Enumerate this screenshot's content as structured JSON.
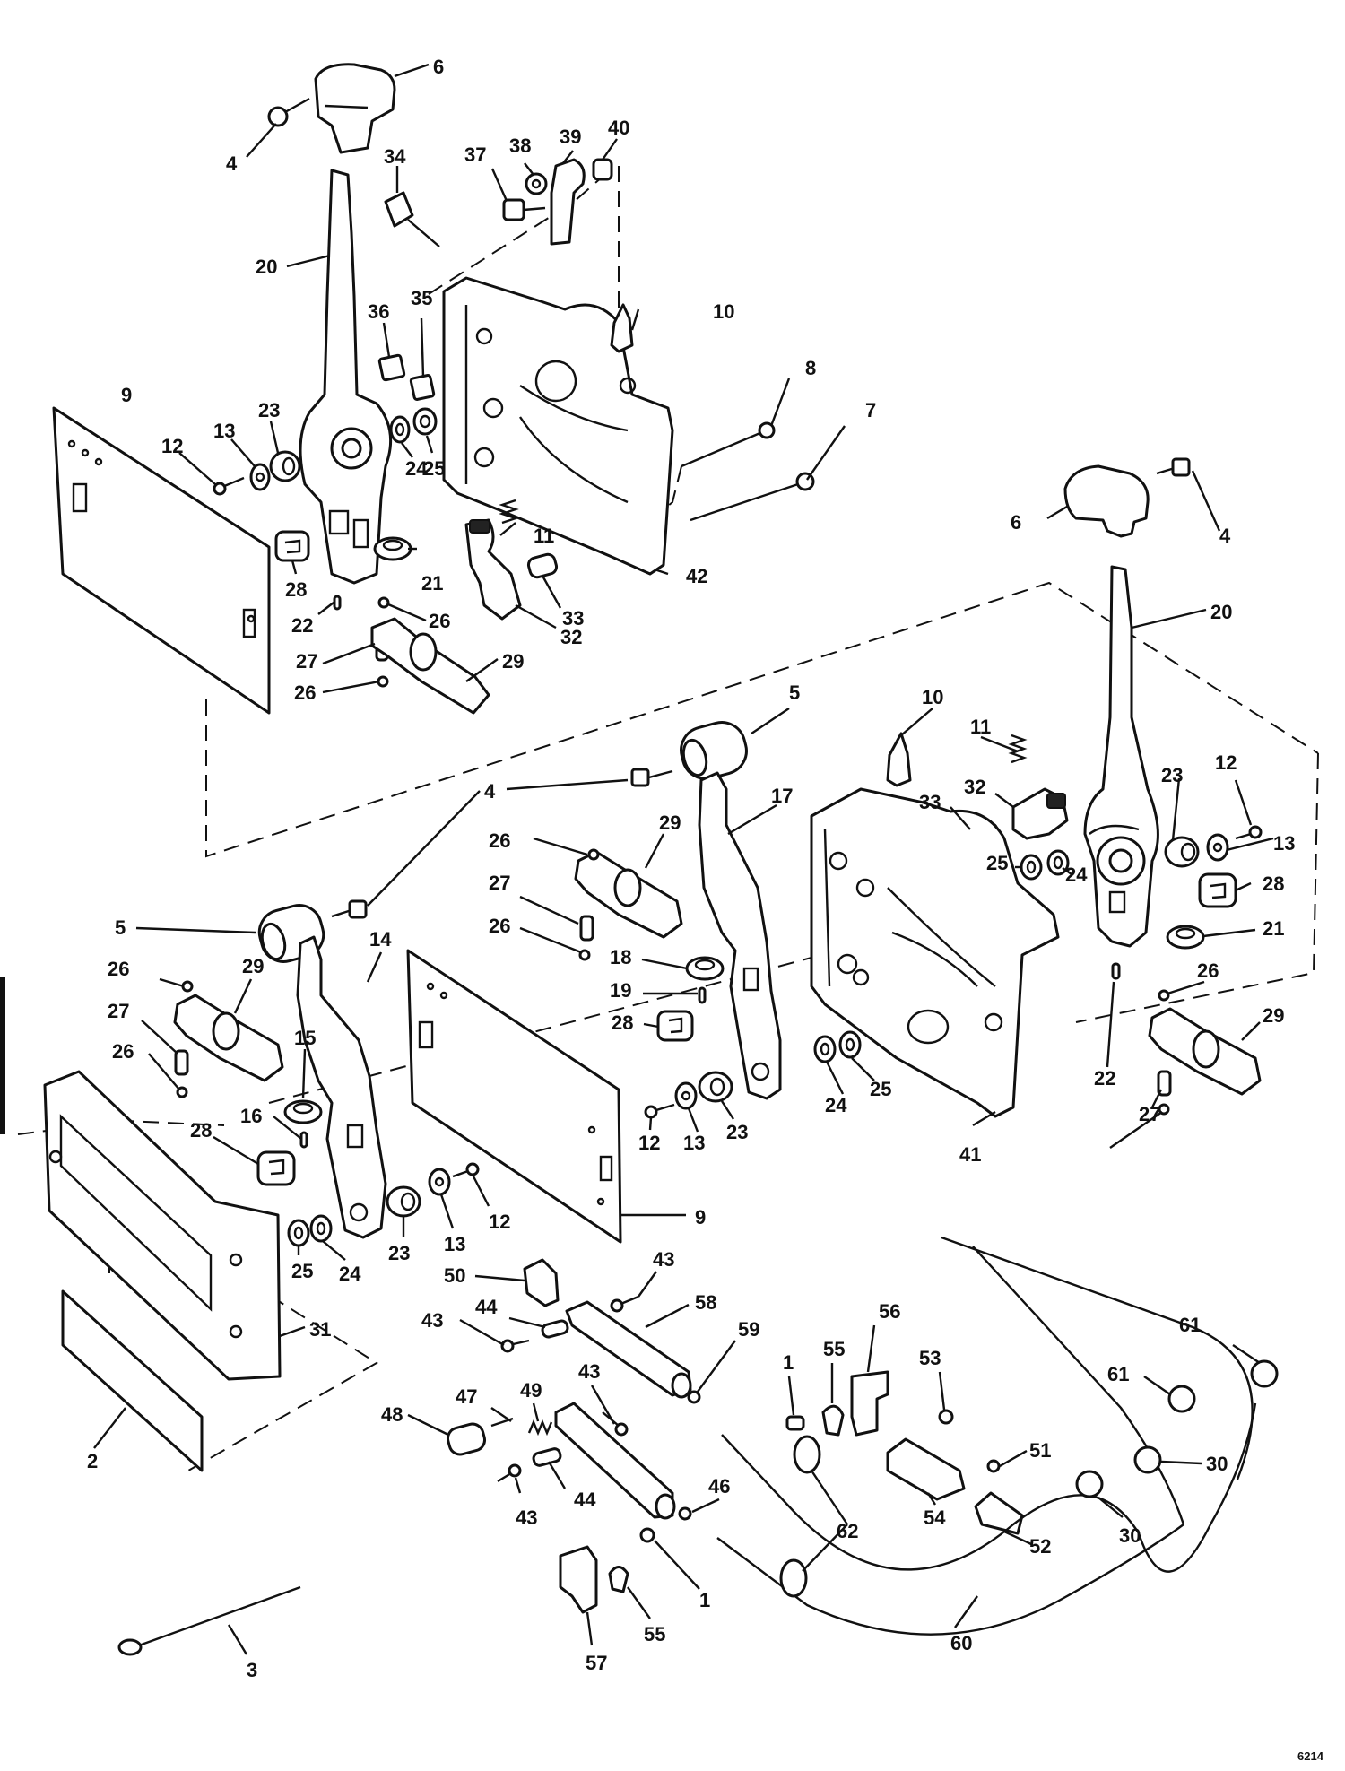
{
  "figure_number": "6214",
  "part_numbers": [
    "1",
    "2",
    "3",
    "4",
    "5",
    "6",
    "7",
    "8",
    "9",
    "10",
    "11",
    "12",
    "13",
    "14",
    "15",
    "16",
    "17",
    "18",
    "19",
    "20",
    "21",
    "22",
    "23",
    "24",
    "25",
    "26",
    "27",
    "28",
    "29",
    "30",
    "31",
    "32",
    "33",
    "34",
    "35",
    "36",
    "37",
    "38",
    "39",
    "40",
    "41",
    "42",
    "43",
    "44",
    "46",
    "47",
    "48",
    "49",
    "50",
    "51",
    "52",
    "53",
    "54",
    "55",
    "56",
    "57",
    "58",
    "59",
    "60",
    "61",
    "62"
  ],
  "callouts": [
    {
      "part": "6",
      "label": "6"
    },
    {
      "part": "4",
      "label": "4"
    },
    {
      "part": "34",
      "label": "34"
    },
    {
      "part": "37",
      "label": "37"
    },
    {
      "part": "38",
      "label": "38"
    },
    {
      "part": "39",
      "label": "39"
    },
    {
      "part": "40",
      "label": "40"
    },
    {
      "part": "20",
      "label": "20"
    },
    {
      "part": "10",
      "label": "10"
    },
    {
      "part": "36",
      "label": "36"
    },
    {
      "part": "35",
      "label": "35"
    },
    {
      "part": "8",
      "label": "8"
    },
    {
      "part": "7",
      "label": "7"
    },
    {
      "part": "9",
      "label": "9"
    },
    {
      "part": "12",
      "label": "12"
    },
    {
      "part": "13",
      "label": "13"
    },
    {
      "part": "23",
      "label": "23"
    },
    {
      "part": "24",
      "label": "24"
    },
    {
      "part": "25",
      "label": "25"
    },
    {
      "part": "11",
      "label": "11"
    },
    {
      "part": "21",
      "label": "21"
    },
    {
      "part": "28",
      "label": "28"
    },
    {
      "part": "33",
      "label": "33"
    },
    {
      "part": "42",
      "label": "42"
    },
    {
      "part": "22",
      "label": "22"
    },
    {
      "part": "26",
      "label": "26"
    },
    {
      "part": "32",
      "label": "32"
    },
    {
      "part": "27",
      "label": "27"
    },
    {
      "part": "29",
      "label": "29"
    },
    {
      "part": "26",
      "label": "26"
    },
    {
      "part": "6",
      "label": "6"
    },
    {
      "part": "4",
      "label": "4"
    },
    {
      "part": "20",
      "label": "20"
    },
    {
      "part": "5",
      "label": "5"
    },
    {
      "part": "10",
      "label": "10"
    },
    {
      "part": "11",
      "label": "11"
    },
    {
      "part": "4",
      "label": "4"
    },
    {
      "part": "17",
      "label": "17"
    },
    {
      "part": "33",
      "label": "33"
    },
    {
      "part": "32",
      "label": "32"
    },
    {
      "part": "23",
      "label": "23"
    },
    {
      "part": "12",
      "label": "12"
    },
    {
      "part": "13",
      "label": "13"
    },
    {
      "part": "26",
      "label": "26"
    },
    {
      "part": "29",
      "label": "29"
    },
    {
      "part": "25",
      "label": "25"
    },
    {
      "part": "24",
      "label": "24"
    },
    {
      "part": "28",
      "label": "28"
    },
    {
      "part": "27",
      "label": "27"
    },
    {
      "part": "21",
      "label": "21"
    },
    {
      "part": "26",
      "label": "26"
    },
    {
      "part": "5",
      "label": "5"
    },
    {
      "part": "14",
      "label": "14"
    },
    {
      "part": "18",
      "label": "18"
    },
    {
      "part": "19",
      "label": "19"
    },
    {
      "part": "26",
      "label": "26"
    },
    {
      "part": "29",
      "label": "29"
    },
    {
      "part": "28",
      "label": "28"
    },
    {
      "part": "27",
      "label": "27"
    },
    {
      "part": "26",
      "label": "26"
    },
    {
      "part": "15",
      "label": "15"
    },
    {
      "part": "22",
      "label": "22"
    },
    {
      "part": "29",
      "label": "29"
    },
    {
      "part": "16",
      "label": "16"
    },
    {
      "part": "24",
      "label": "24"
    },
    {
      "part": "25",
      "label": "25"
    },
    {
      "part": "27",
      "label": "27"
    },
    {
      "part": "28",
      "label": "28"
    },
    {
      "part": "12",
      "label": "12"
    },
    {
      "part": "13",
      "label": "13"
    },
    {
      "part": "23",
      "label": "23"
    },
    {
      "part": "41",
      "label": "41"
    },
    {
      "part": "26",
      "label": "26"
    },
    {
      "part": "12",
      "label": "12"
    },
    {
      "part": "9",
      "label": "9"
    },
    {
      "part": "23",
      "label": "23"
    },
    {
      "part": "13",
      "label": "13"
    },
    {
      "part": "25",
      "label": "25"
    },
    {
      "part": "24",
      "label": "24"
    },
    {
      "part": "50",
      "label": "50"
    },
    {
      "part": "43",
      "label": "43"
    },
    {
      "part": "58",
      "label": "58"
    },
    {
      "part": "43",
      "label": "43"
    },
    {
      "part": "44",
      "label": "44"
    },
    {
      "part": "59",
      "label": "59"
    },
    {
      "part": "56",
      "label": "56"
    },
    {
      "part": "31",
      "label": "31"
    },
    {
      "part": "61",
      "label": "61"
    },
    {
      "part": "1",
      "label": "1"
    },
    {
      "part": "55",
      "label": "55"
    },
    {
      "part": "53",
      "label": "53"
    },
    {
      "part": "43",
      "label": "43"
    },
    {
      "part": "61",
      "label": "61"
    },
    {
      "part": "47",
      "label": "47"
    },
    {
      "part": "49",
      "label": "49"
    },
    {
      "part": "48",
      "label": "48"
    },
    {
      "part": "2",
      "label": "2"
    },
    {
      "part": "51",
      "label": "51"
    },
    {
      "part": "30",
      "label": "30"
    },
    {
      "part": "44",
      "label": "44"
    },
    {
      "part": "46",
      "label": "46"
    },
    {
      "part": "54",
      "label": "54"
    },
    {
      "part": "43",
      "label": "43"
    },
    {
      "part": "52",
      "label": "52"
    },
    {
      "part": "30",
      "label": "30"
    },
    {
      "part": "62",
      "label": "62"
    },
    {
      "part": "1",
      "label": "1"
    },
    {
      "part": "3",
      "label": "3"
    },
    {
      "part": "60",
      "label": "60"
    },
    {
      "part": "55",
      "label": "55"
    },
    {
      "part": "57",
      "label": "57"
    }
  ]
}
